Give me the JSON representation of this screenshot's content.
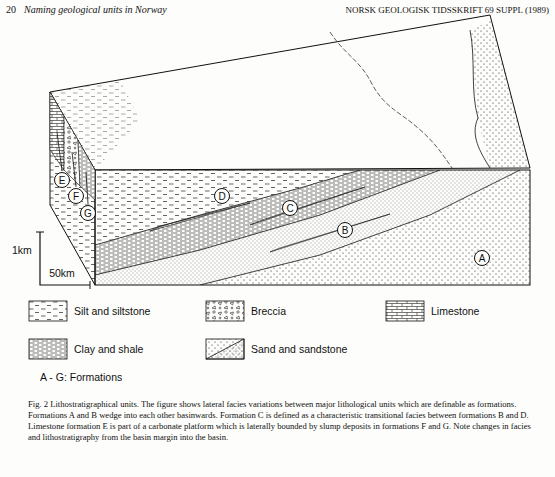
{
  "diagram": {
    "caption": "Fig. 2 Lithostratigraphical units. The figure shows lateral facies variations between major lithological units which are definable as formations. Formations A and B wedge into each other basinwards. Formation C is defined as a characteristic transitional facies between formations B and D. Limestone formation E is part of a carbonate platform which is laterally bounded by slump deposits in formations F and G. Note changes in facies and lithostratigraphy from the basin margin into the basin.",
    "nodes": [
      {
        "text": [
          "A"
        ]
      },
      {
        "text": [
          "B"
        ]
      },
      {
        "text": [
          "C"
        ]
      },
      {
        "text": [
          "D"
        ]
      },
      {
        "text": [
          "E"
        ]
      },
      {
        "text": [
          "F"
        ]
      },
      {
        "text": [
          "G"
        ]
      }
    ],
    "labels": [
      "20",
      "Naming geological units in Norway",
      "NORSK GEOLOGISK TIDSSKRIFT 69 SUPPL (1989)",
      "1km",
      "50km",
      "A - G: Formations"
    ],
    "legend": [
      {
        "text": "Silt and siltstone"
      },
      {
        "text": "Breccia"
      },
      {
        "text": "Limestone"
      },
      {
        "text": "Clay and shale"
      },
      {
        "text": "Sand and sandstone"
      }
    ]
  }
}
